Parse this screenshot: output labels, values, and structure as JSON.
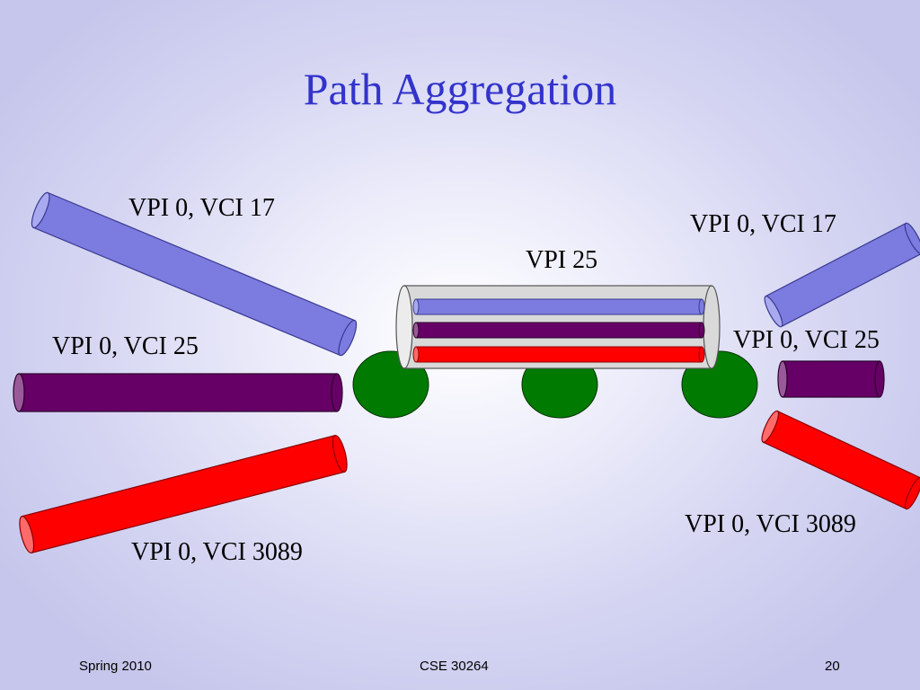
{
  "slide": {
    "title": "Path Aggregation"
  },
  "diagram": {
    "path_label": "VPI 25",
    "left": {
      "top_label": "VPI 0, VCI 17",
      "middle_label": "VPI 0, VCI 25",
      "bottom_label": "VPI 0, VCI 3089"
    },
    "right": {
      "top_label": "VPI 0, VCI 17",
      "middle_label": "VPI 0, VCI 25",
      "bottom_label": "VPI 0, VCI 3089"
    }
  },
  "footer": {
    "left": "Spring 2010",
    "center": "CSE 30264",
    "page_number": "20"
  },
  "colors": {
    "title": "#3333cc",
    "blue_pipe": "#7b7be0",
    "purple_pipe": "#660066",
    "red_pipe": "#ff0000",
    "node_green": "#007a00",
    "path_tube": "#d9d9d9"
  }
}
